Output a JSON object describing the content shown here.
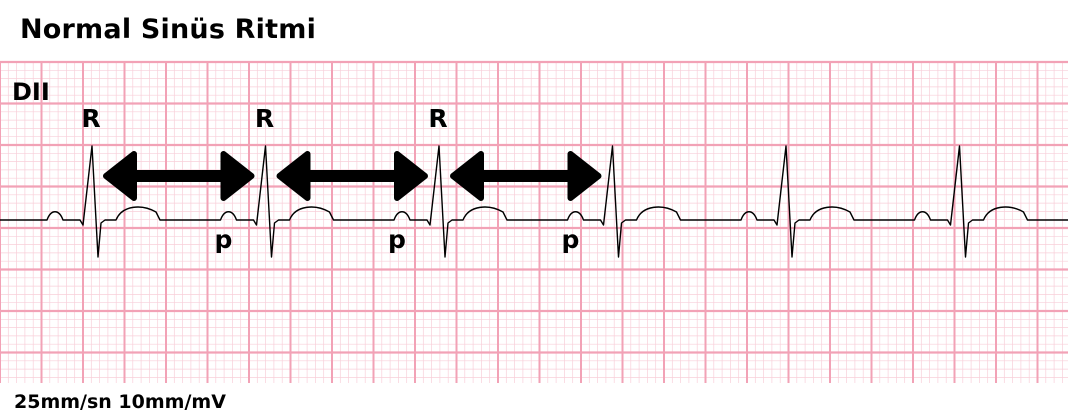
{
  "title": "Normal Sinüs Ritmi",
  "lead": "DII",
  "footer": "25mm/sn 10mm/mV",
  "r_label": "R",
  "p_label": "p",
  "colors": {
    "grid_major": "#f2a2b6",
    "grid_minor": "#f8cfd9",
    "trace": "#000000",
    "background": "#ffffff"
  },
  "beats": 6,
  "highlighted_intervals": 3
}
